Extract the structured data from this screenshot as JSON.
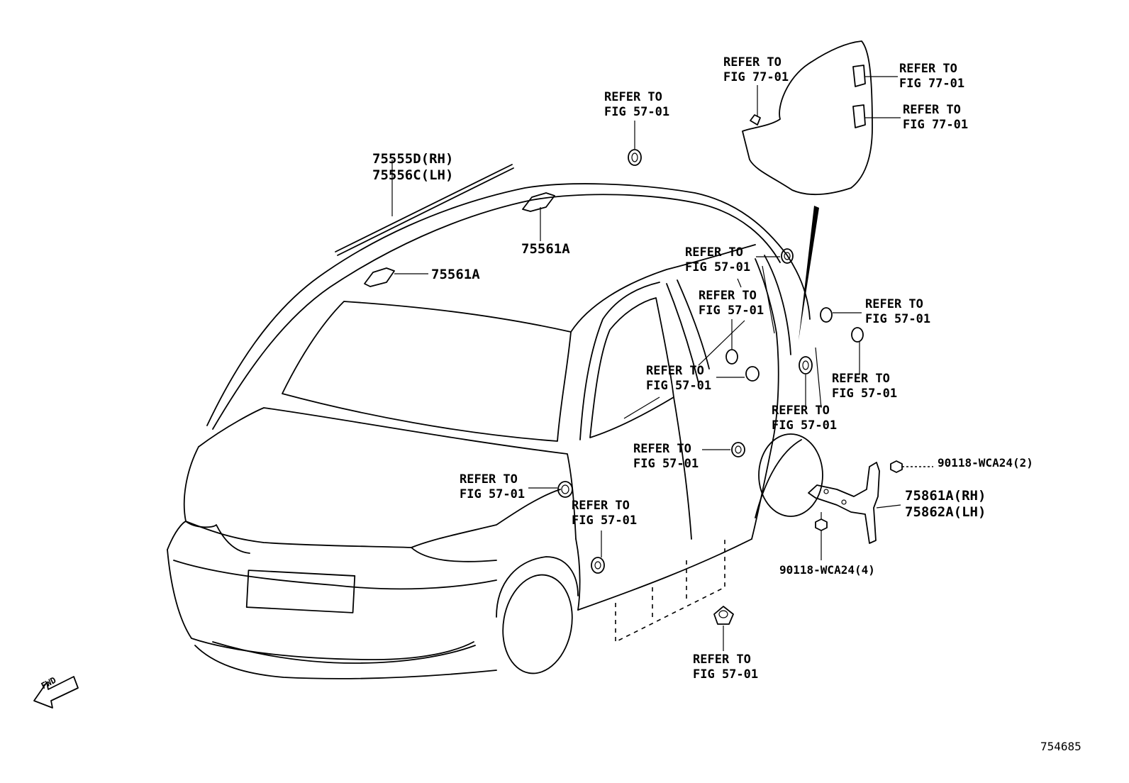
{
  "diagram": {
    "figure_number": "754685",
    "fwd_label": "FWD",
    "labels": {
      "roof_molding_rh": "75555D(RH)",
      "roof_molding_lh": "75556C(LH)",
      "clip_upper": "75561A",
      "clip_lower": "75561A",
      "ref_top_center_1": "REFER TO",
      "ref_top_center_2": "FIG 57-01",
      "ref_window_1": "REFER TO",
      "ref_window_2": "FIG 77-01",
      "ref_rear_upper_1": "REFER TO",
      "ref_rear_upper_2": "FIG 77-01",
      "ref_rear_lower_1": "REFER TO",
      "ref_rear_lower_2": "FIG 77-01",
      "ref_roof_rear_1": "REFER TO",
      "ref_roof_rear_2": "FIG 57-01",
      "ref_pillar_1": "REFER TO",
      "ref_pillar_2": "FIG 57-01",
      "ref_door_1": "REFER TO",
      "ref_door_2": "FIG 57-01",
      "ref_qtr_right_1": "REFER TO",
      "ref_qtr_right_2": "FIG 57-01",
      "ref_qtr_lower_1": "REFER TO",
      "ref_qtr_lower_2": "FIG 57-01",
      "ref_wheelarch_1": "REFER TO",
      "ref_wheelarch_2": "FIG 57-01",
      "ref_rocker_mid_1": "REFER TO",
      "ref_rocker_mid_2": "FIG 57-01",
      "ref_front_fender_1": "REFER TO",
      "ref_front_fender_2": "FIG 57-01",
      "ref_front_door_1": "REFER TO",
      "ref_front_door_2": "FIG 57-01",
      "ref_bottom_1": "REFER TO",
      "ref_bottom_2": "FIG 57-01",
      "bolt_upper": "90118-WCA24(2)",
      "bolt_lower": "90118-WCA24(4)",
      "bracket_rh": "75861A(RH)",
      "bracket_lh": "75862A(LH)"
    }
  }
}
